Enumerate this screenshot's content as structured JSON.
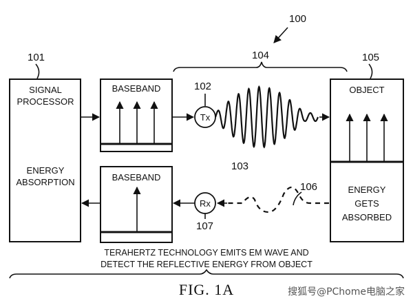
{
  "figure": {
    "ref_main": "100",
    "signal_processor": {
      "ref": "101",
      "lines": [
        "SIGNAL",
        "PROCESSOR"
      ],
      "lines2": [
        "ENERGY",
        "ABSORPTION"
      ]
    },
    "baseband_top": {
      "label": "BASEBAND"
    },
    "baseband_bottom": {
      "label": "BASEBAND"
    },
    "tx": {
      "label": "Tx",
      "ref": "102"
    },
    "rx": {
      "label": "Rx",
      "ref": "107"
    },
    "wave_tx": {
      "ref": "103"
    },
    "wave_span": {
      "ref": "104"
    },
    "wave_rx": {
      "ref": "106"
    },
    "object": {
      "ref": "105",
      "label": "OBJECT",
      "lines": [
        "ENERGY",
        "GETS",
        "ABSORBED"
      ]
    },
    "caption_lines": [
      "TERAHERTZ TECHNOLOGY EMITS EM WAVE AND",
      "DETECT THE REFLECTIVE ENERGY FROM OBJECT"
    ],
    "fig_label": "FIG. 1A"
  },
  "watermark": "搜狐号@PChome电脑之家"
}
